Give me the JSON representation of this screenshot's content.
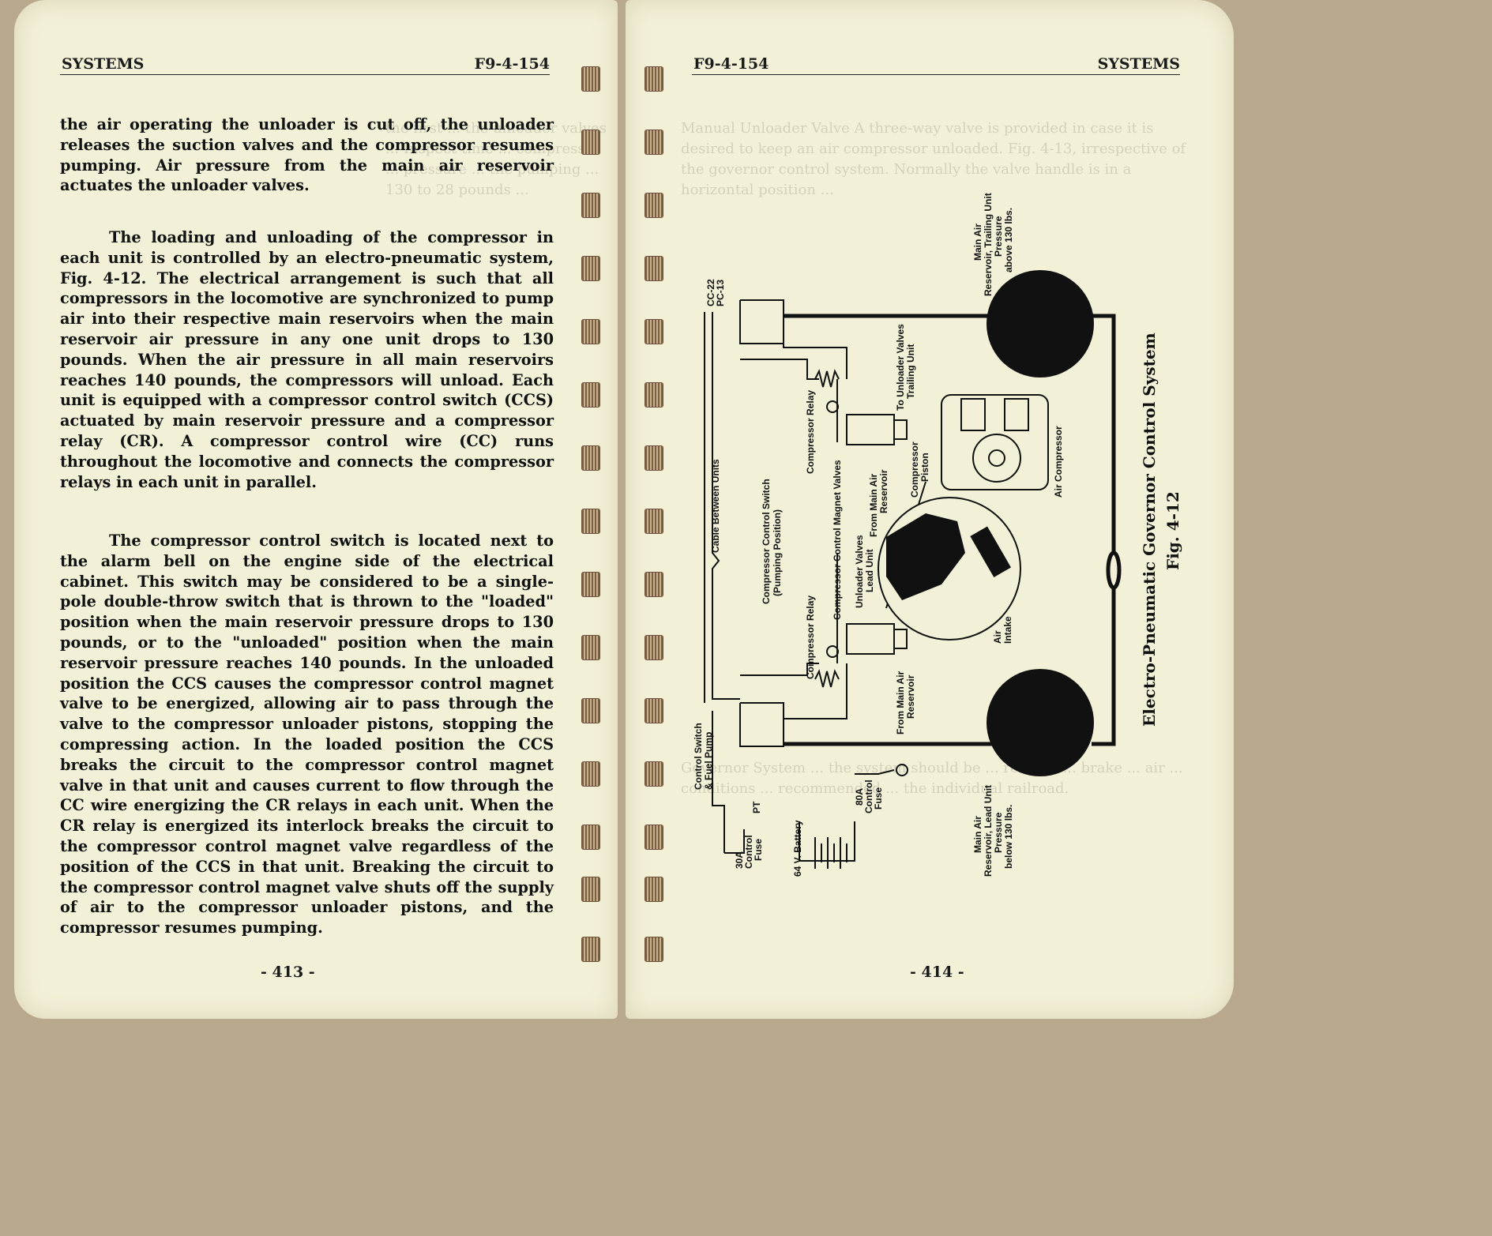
{
  "left_page": {
    "header_left": "SYSTEMS",
    "header_right": "F9-4-154",
    "paragraph_1": "the air operating the unloader is cut off, the unloader releases the suction valves and the compressor resumes pumping. Air pressure from the main air reservoir actuates the unloader valves.",
    "paragraph_2": "The loading and unloading of the compressor in each unit is controlled by an electro-pneumatic system, Fig. 4-12. The electrical arrangement is such that all compressors in the locomotive are synchronized to pump air into their respective main reservoirs when the main reservoir air pressure in any one unit drops to 130 pounds. When the air pressure in all main reservoirs reaches 140 pounds, the compressors will unload. Each unit is equipped with a compressor control switch (CCS) actuated by main reservoir pressure and a compressor relay (CR). A compressor control wire (CC) runs throughout the locomotive and connects the compressor relays in each unit in parallel.",
    "paragraph_3": "The compressor control switch is located next to the alarm bell on the engine side of the electrical cabinet. This switch may be considered to be a single-pole double-throw switch that is thrown to the \"loaded\" position when the main reservoir pressure drops to 130 pounds, or to the \"unloaded\" position when the main reservoir pressure reaches 140 pounds. In the unloaded position the CCS causes the compressor control magnet valve to be energized, allowing air to pass through the valve to the compressor unloader pistons, stopping the compressing action. In the loaded position the CCS breaks the circuit to the compressor control magnet valve in that unit and causes current to flow through the CC wire energizing the CR relays in each unit. When the CR relay is energized its interlock breaks the circuit to the compressor control magnet valve regardless of the position of the CCS in that unit. Breaking the circuit to the compressor control magnet valve shuts off the supply of air to the compressor unloader pistons, and the compressor resumes pumping.",
    "page_number": "- 413 -"
  },
  "right_page": {
    "header_left": "F9-4-154",
    "header_right": "SYSTEMS",
    "page_number": "- 414 -",
    "figure": {
      "title": "Electro-Pneumatic Governor Control System",
      "number": "Fig. 4-12",
      "labels": {
        "cc22": "CC-22",
        "pc13": "PC-13",
        "cable": "Cable Between Units",
        "compressor_relay_top": "Compressor Relay",
        "compressor_relay_bottom": "Compressor Relay",
        "ccs": "Compressor Control Switch",
        "ccs_position": "(Pumping Position)",
        "magnet_valves": "Compressor Control Magnet Valves",
        "unloader_lead_1": "Unloader Valves",
        "unloader_lead_2": "Lead Unit",
        "unloader_trailing_1": "To Unloader Valves",
        "unloader_trailing_2": "Trailing Unit",
        "from_main_air_1a": "From Main Air",
        "from_main_air_1b": "Reservoir",
        "from_main_air_2a": "From Main Air",
        "from_main_air_2b": "Reservoir",
        "compressor_piston_1": "Compressor",
        "compressor_piston_2": "Piston",
        "air_compressor": "Air Compressor",
        "air_intake_1": "Air",
        "air_intake_2": "Intake",
        "trailing_res_1": "Main Air",
        "trailing_res_2": "Reservoir, Trailing Unit",
        "trailing_res_3": "Pressure",
        "trailing_res_4": "above 130 lbs.",
        "lead_res_1": "Main Air",
        "lead_res_2": "Reservoir, Lead Unit",
        "lead_res_3": "Pressure",
        "lead_res_4": "below 130 lbs.",
        "ccs_fuel_1": "Control Switch",
        "ccs_fuel_2": "& Fuel Pump",
        "pt": "PT",
        "fuse30_1": "30A",
        "fuse30_2": "Control",
        "fuse30_3": "Fuse",
        "battery": "64 V. Battery",
        "fuse80_1": "80A",
        "fuse80_2": "Control",
        "fuse80_3": "Fuse"
      }
    }
  }
}
